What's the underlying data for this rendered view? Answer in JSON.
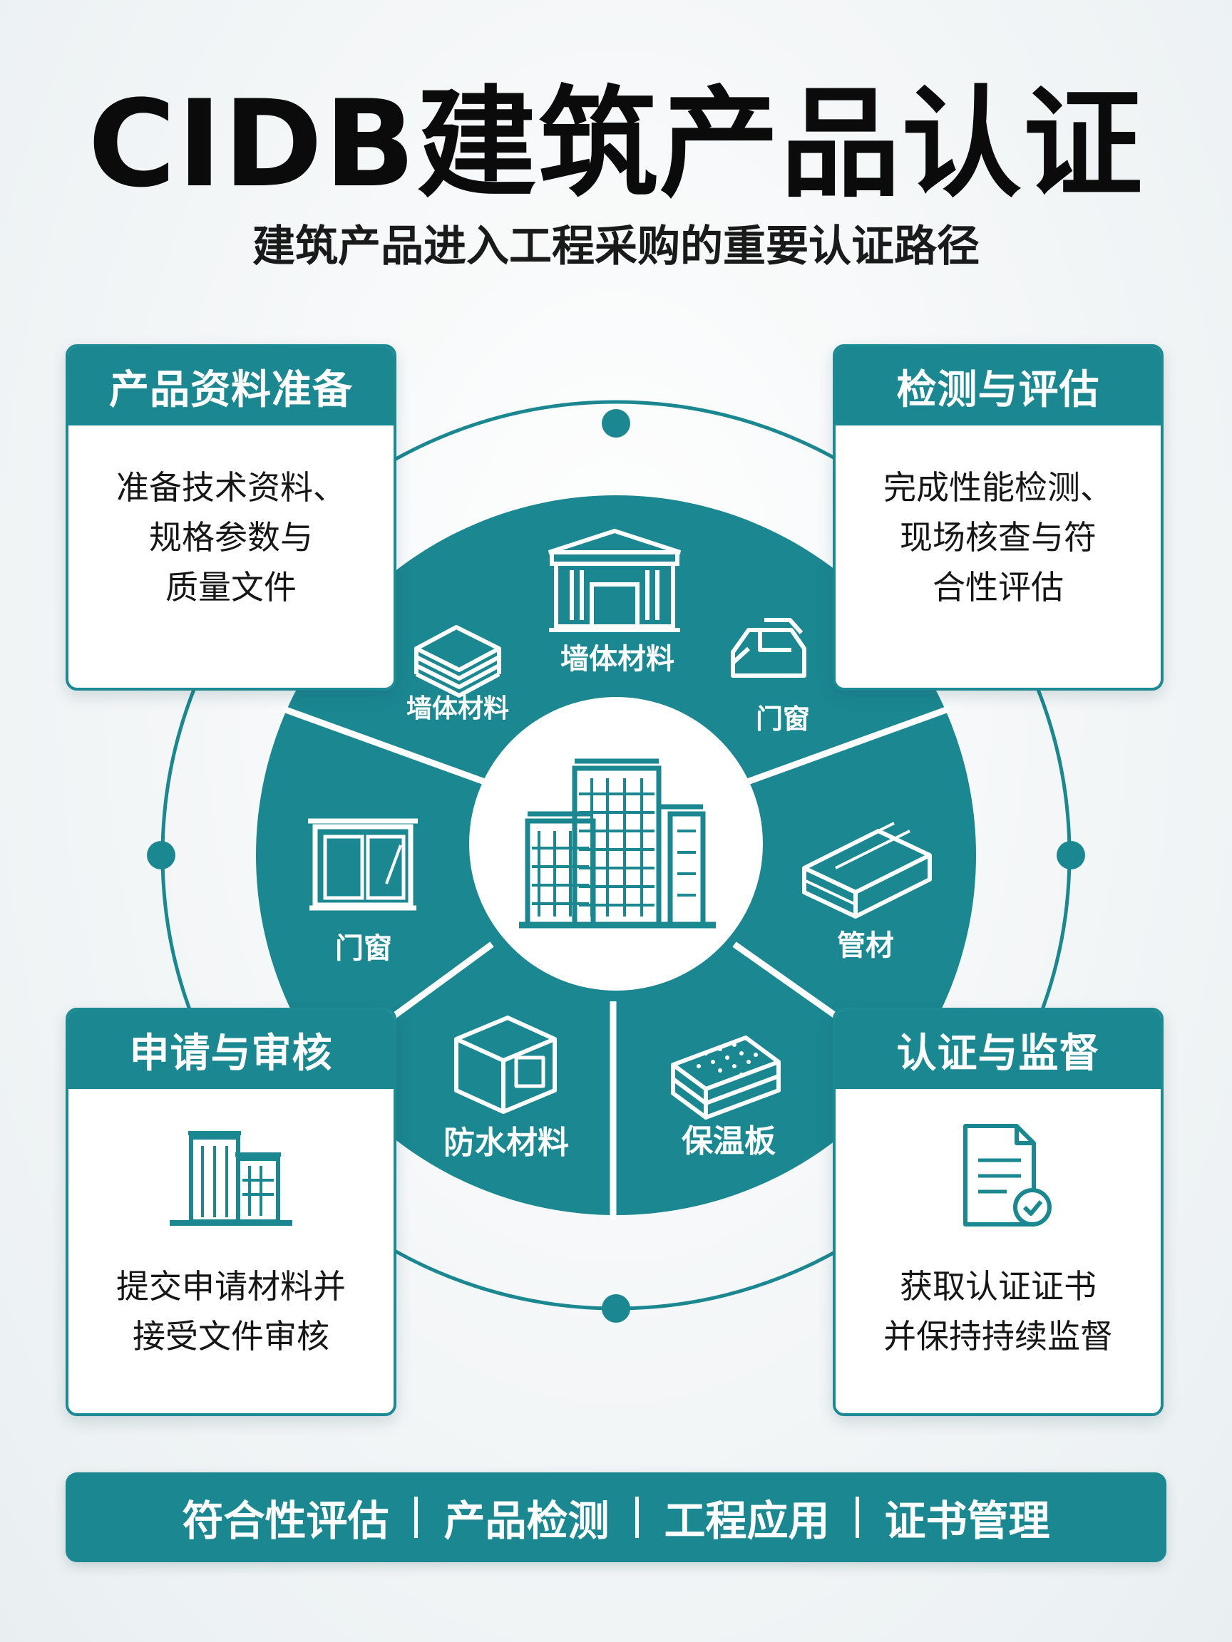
{
  "header": {
    "title": "CIDB建筑产品认证",
    "subtitle": "建筑产品进入工程采购的重要认证路径"
  },
  "steps": [
    {
      "title": "产品资料准备",
      "lines": [
        "准备技术资料、",
        "规格参数与",
        "质量文件"
      ]
    },
    {
      "title": "检测与评估",
      "lines": [
        "完成性能检测、",
        "现场核查与符",
        "合性评估"
      ]
    },
    {
      "title": "申请与审核",
      "icon": "office-building-icon",
      "lines": [
        "提交申请材料并",
        "接受文件审核"
      ]
    },
    {
      "title": "认证与监督",
      "icon": "certificate-document-icon",
      "lines": [
        "获取认证证书",
        "并保持持续监督"
      ]
    }
  ],
  "wheel": {
    "center_icon": "skyscraper-buildings-icon",
    "segments": [
      {
        "label": "墙体材料",
        "icon": "building-facade-icon"
      },
      {
        "label": "门窗",
        "icon": "window-profile-icon"
      },
      {
        "label": "管材",
        "icon": "pipe-bundle-icon"
      },
      {
        "label": "保温板",
        "icon": "insulation-board-icon"
      },
      {
        "label": "防水材料",
        "icon": "waterproof-box-icon"
      },
      {
        "label": "门窗",
        "icon": "window-frame-icon"
      },
      {
        "label": "墙体材料",
        "icon": "board-stack-icon"
      }
    ]
  },
  "footer": {
    "items": [
      "符合性评估",
      "产品检测",
      "工程应用",
      "证书管理"
    ]
  },
  "colors": {
    "teal": "#1b8791",
    "teal_dark": "#17747d",
    "title": "#0b0b0b",
    "background": "#f3f6f7"
  }
}
